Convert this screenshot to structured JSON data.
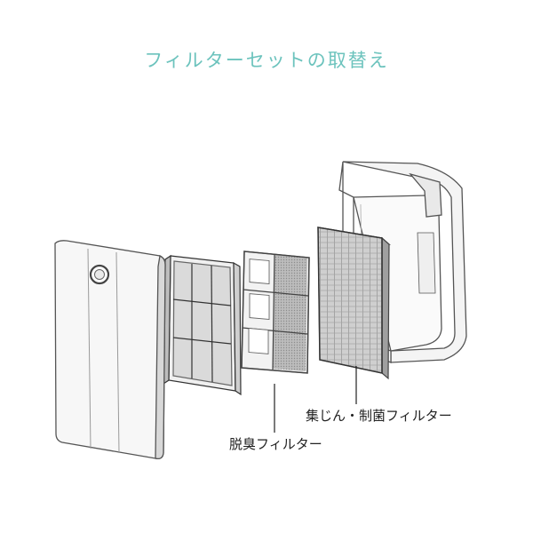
{
  "title": "フィルターセットの取替え",
  "labels": {
    "deodorizing_filter": "脱臭フィルター",
    "dust_antibacterial_filter": "集じん・制菌フィルター"
  }
}
